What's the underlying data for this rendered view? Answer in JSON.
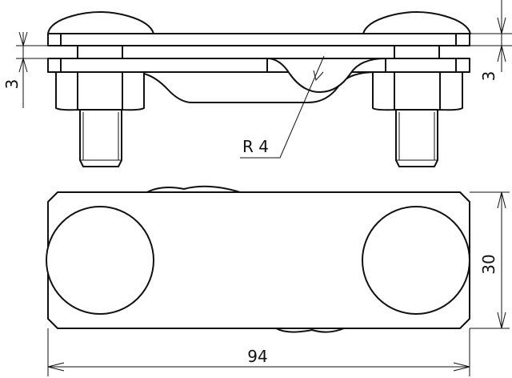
{
  "dimensions": {
    "plate_thickness_left": "3",
    "plate_thickness_right": "3",
    "bend_radius": "R 4",
    "width": "30",
    "length": "94"
  }
}
